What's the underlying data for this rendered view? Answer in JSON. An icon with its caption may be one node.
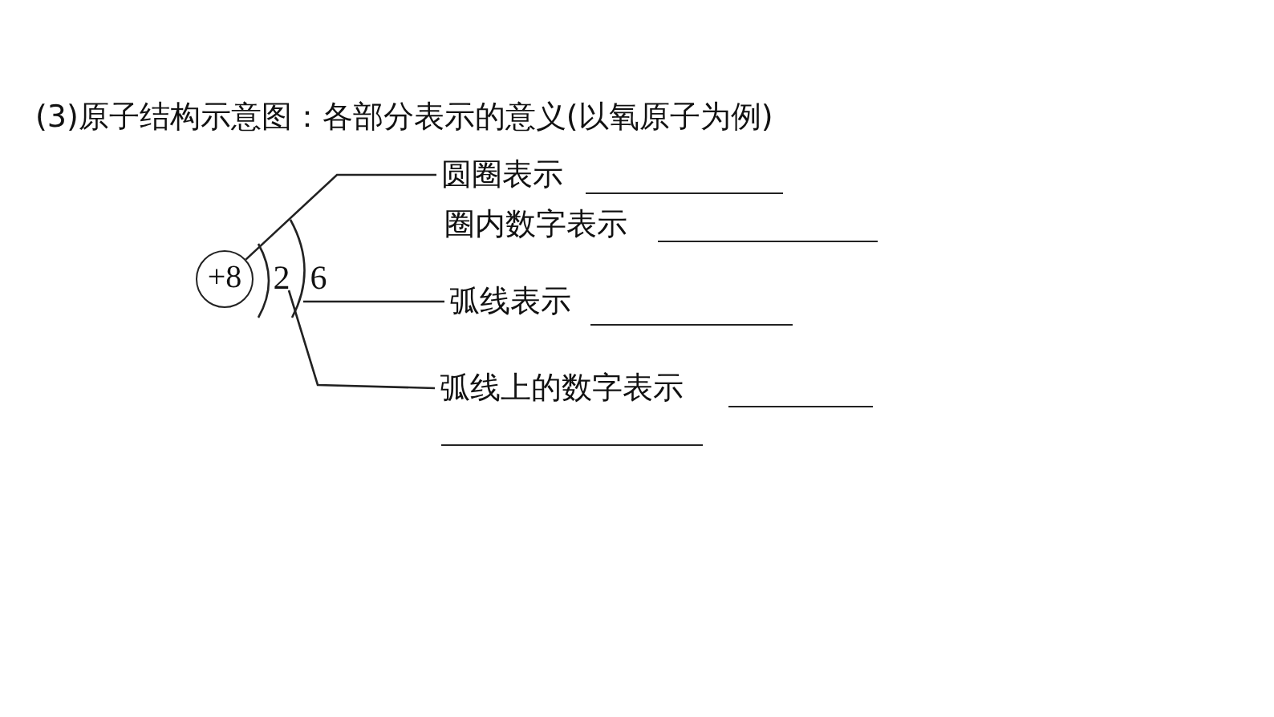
{
  "diagram": {
    "title": "(3)原子结构示意图：各部分表示的意义(以氧原子为例)",
    "nodes": [
      {
        "text": [
          "+8"
        ]
      },
      {
        "text": [
          "2"
        ]
      },
      {
        "text": [
          "6"
        ]
      },
      {
        "text": [],
        "shape": "arc"
      },
      {
        "text": [],
        "shape": "arc"
      },
      {
        "text": [
          "圆圈表示"
        ]
      },
      {
        "text": [
          "弧线表示"
        ]
      },
      {
        "text": [
          "弧线上的数字表示"
        ]
      }
    ],
    "edges": [
      {
        "from": 0,
        "to": 5,
        "arrow": "none"
      },
      {
        "from": 4,
        "to": 6,
        "arrow": "none"
      },
      {
        "from": 1,
        "to": 7,
        "arrow": "none"
      }
    ],
    "labels": [
      "圈内数字表示"
    ]
  }
}
